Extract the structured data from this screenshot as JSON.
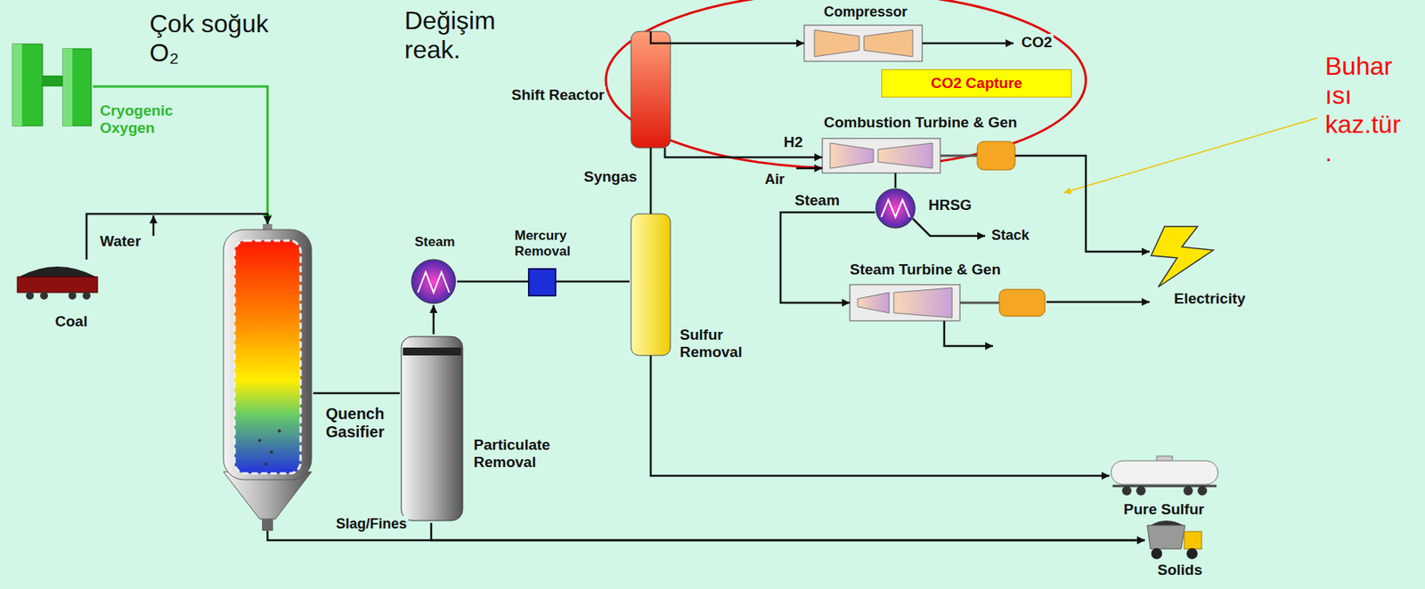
{
  "diagram": {
    "nodes": [
      {
        "text": [
          "Cryogenic Oxygen"
        ]
      },
      {
        "text": [
          "Coal"
        ]
      },
      {
        "text": [
          "Quench Gasifier"
        ]
      },
      {
        "text": [
          "Particulate Removal"
        ]
      },
      {
        "text": [
          "Steam"
        ]
      },
      {
        "text": [
          "Mercury Removal"
        ]
      },
      {
        "text": [
          "Sulfur Removal"
        ]
      },
      {
        "text": [
          "Shift Reactor"
        ]
      },
      {
        "text": [
          "Compressor"
        ]
      },
      {
        "text": [
          "CO2 Capture"
        ]
      },
      {
        "text": [
          "Combustion Turbine & Gen"
        ]
      },
      {
        "text": [
          "HRSG"
        ]
      },
      {
        "text": [
          "Steam Turbine & Gen"
        ]
      },
      {
        "text": [
          "Electricity"
        ]
      },
      {
        "text": [
          "Pure Sulfur"
        ]
      },
      {
        "text": [
          "Solids"
        ]
      }
    ],
    "edges": [
      {
        "from": 0,
        "to": 2,
        "arrow": "to"
      },
      {
        "from": 1,
        "to": 2,
        "arrow": "to"
      },
      {
        "from": 2,
        "to": 3,
        "arrow": "none"
      },
      {
        "from": 3,
        "to": 4,
        "arrow": "to"
      },
      {
        "from": 4,
        "to": 5,
        "arrow": "none"
      },
      {
        "from": 5,
        "to": 6,
        "arrow": "none"
      },
      {
        "from": 6,
        "to": 7,
        "label": "Syngas",
        "arrow": "none"
      },
      {
        "from": 7,
        "to": 8,
        "arrow": "to"
      },
      {
        "from": 7,
        "to": 10,
        "label": "H2",
        "arrow": "to"
      },
      {
        "from": 10,
        "to": 11,
        "arrow": "none"
      },
      {
        "from": 11,
        "to": 12,
        "label": "Steam",
        "arrow": "to"
      },
      {
        "from": 10,
        "to": 13,
        "arrow": "to"
      },
      {
        "from": 12,
        "to": 13,
        "arrow": "to"
      },
      {
        "from": 6,
        "to": 14,
        "arrow": "to"
      },
      {
        "from": 2,
        "to": 15,
        "arrow": "to"
      },
      {
        "from": 3,
        "to": 15,
        "arrow": "to"
      }
    ],
    "labels": [
      "Çok soğuk O₂",
      "Değişim reak.",
      "Buhar ısı kaz.tür .",
      "Water",
      "Air",
      "Stack",
      "CO2",
      "Slag/Fines"
    ]
  }
}
